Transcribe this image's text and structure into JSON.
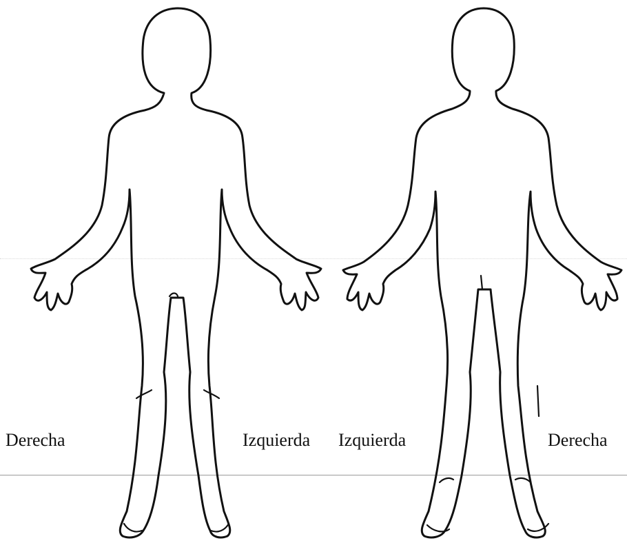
{
  "labels": {
    "front_right": "Derecha",
    "front_left": "Izquierda",
    "back_left": "Izquierda",
    "back_right": "Derecha"
  },
  "figures": [
    {
      "view": "front",
      "icon": "body-outline-front-icon"
    },
    {
      "view": "back",
      "icon": "body-outline-back-icon"
    }
  ],
  "colors": {
    "outline": "#111111",
    "background": "#ffffff"
  }
}
